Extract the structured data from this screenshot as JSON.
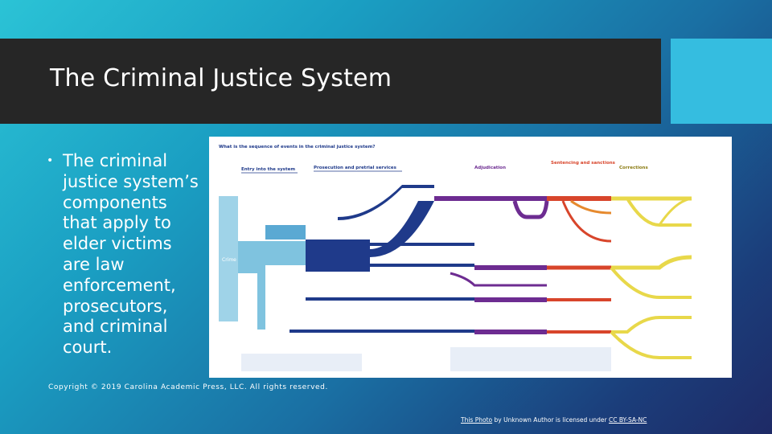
{
  "slide": {
    "title": "The Criminal Justice System",
    "bullet": "The criminal justice system’s components that apply to elder victims are law enforcement, prosecutors, and criminal court.",
    "copyright": "Copyright © 2019 Carolina Academic Press, LLC. All rights reserved.",
    "credit": {
      "photo_link": "This Photo",
      "middle": " by Unknown Author is licensed under ",
      "license_link": "CC BY-SA-NC"
    }
  },
  "diagram": {
    "title": "What is the sequence of events in the criminal justice system?",
    "stages": [
      "Entry into the system",
      "Prosecution and pretrial services",
      "Adjudication",
      "Sentencing and sanctions",
      "Corrections"
    ],
    "crime_label": "Crime",
    "colors": {
      "entry": "#9fd3e8",
      "prosecution": "#1f3a8a",
      "adjudication": "#6d2c91",
      "sentencing": "#d8452b",
      "corrections": "#e8d84a"
    }
  }
}
